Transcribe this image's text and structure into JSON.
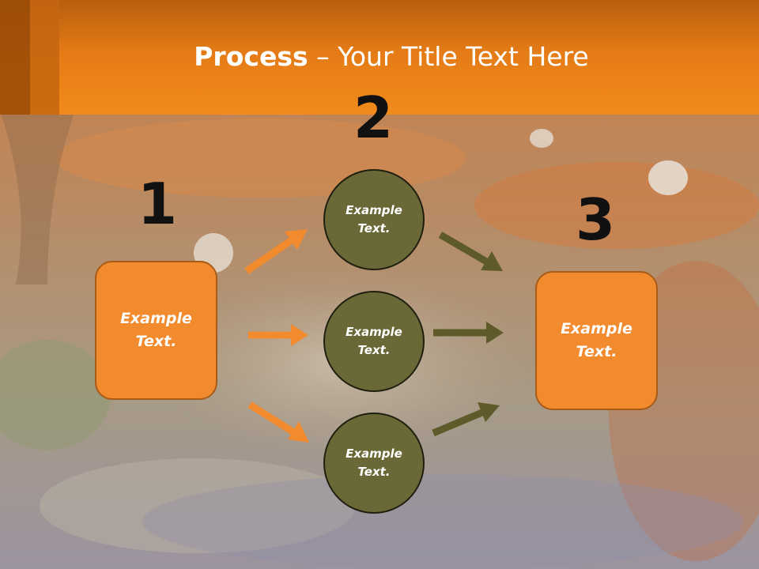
{
  "slide": {
    "title_strong": "Process",
    "title_rest": " – Your Title Text Here"
  },
  "steps": {
    "one": {
      "number": "1",
      "line1": "Example",
      "line2": "Text."
    },
    "two": {
      "number": "2"
    },
    "three": {
      "number": "3",
      "line1": "Example",
      "line2": "Text."
    }
  },
  "circles": [
    {
      "line1": "Example",
      "line2": "Text."
    },
    {
      "line1": "Example",
      "line2": "Text."
    },
    {
      "line1": "Example",
      "line2": "Text."
    }
  ],
  "colors": {
    "header_orange": "#f28b1c",
    "box_orange": "#f28a2e",
    "circle_olive": "#6a6836",
    "arrow_orange": "#f28a2e",
    "arrow_olive": "#5f5a2a"
  }
}
